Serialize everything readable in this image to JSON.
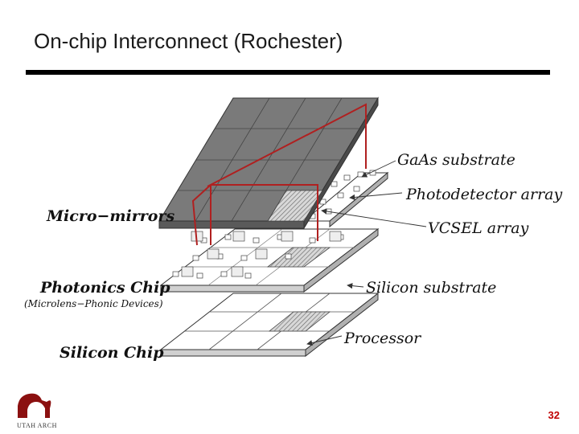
{
  "slide": {
    "title": "On-chip Interconnect (Rochester)",
    "page_number": "32"
  },
  "diagram": {
    "left_labels": {
      "micro_mirrors": "Micro−mirrors",
      "photonics_chip": "Photonics Chip",
      "photonics_sub": "(Microlens−Phonic Devices)",
      "silicon_chip": "Silicon Chip"
    },
    "right_labels": {
      "gaas": "GaAs substrate",
      "photodetector": "Photodetector array",
      "vcsel": "VCSEL array",
      "silicon_substrate": "Silicon substrate",
      "processor": "Processor"
    },
    "colors": {
      "mirror_layer": "#7a7a7a",
      "optical_path": "#b02020",
      "logo": "#8b1010"
    }
  },
  "logo": {
    "text": "UTAH ARCH"
  }
}
